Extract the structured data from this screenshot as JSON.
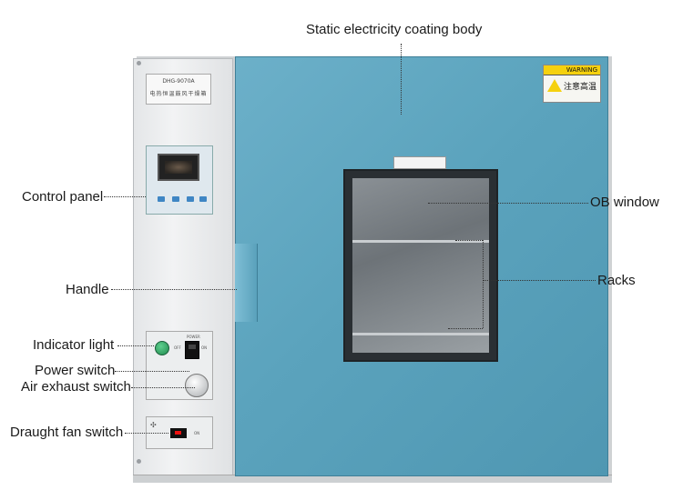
{
  "diagram": {
    "labels": {
      "coating_body": "Static electricity coating body",
      "control_panel": "Control panel",
      "ob_window": "OB window",
      "handle": "Handle",
      "racks": "Racks",
      "indicator_light": "Indicator light",
      "power_switch": "Power switch",
      "air_exhaust_switch": "Air exhaust switch",
      "draught_fan_switch": "Draught fan switch"
    },
    "device": {
      "model": "DHG-9070A",
      "name_cn": "电热恒温鼓风干燥箱",
      "warning_header": "WARNING",
      "warning_text": "注意高温",
      "power_text": "POWER",
      "on_text": "ON",
      "off_text": "OFF"
    },
    "colors": {
      "door": "#5ba3bd",
      "panel": "#eceeef",
      "indicator": "#2fae6a",
      "warning": "#f5d10f"
    }
  }
}
